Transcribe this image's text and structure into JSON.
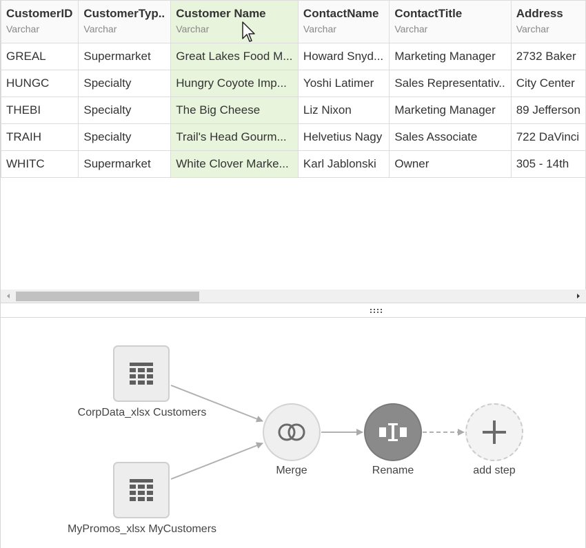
{
  "grid": {
    "columns": [
      {
        "name": "CustomerID",
        "type": "Varchar"
      },
      {
        "name": "CustomerTyp..",
        "type": "Varchar"
      },
      {
        "name": "Customer Name",
        "type": "Varchar"
      },
      {
        "name": "ContactName",
        "type": "Varchar"
      },
      {
        "name": "ContactTitle",
        "type": "Varchar"
      },
      {
        "name": "Address",
        "type": "Varchar"
      }
    ],
    "rows": [
      [
        "GREAL",
        "Supermarket",
        "Great Lakes Food M...",
        "Howard Snyd...",
        "Marketing Manager",
        "2732 Baker"
      ],
      [
        "HUNGC",
        "Specialty",
        "Hungry Coyote Imp...",
        "Yoshi Latimer",
        "Sales Representativ..",
        "City Center"
      ],
      [
        "THEBI",
        "Specialty",
        "The Big Cheese",
        "Liz Nixon",
        "Marketing Manager",
        "89 Jefferson"
      ],
      [
        "TRAIH",
        "Specialty",
        "Trail's Head Gourm...",
        "Helvetius Nagy",
        "Sales Associate",
        "722 DaVinci"
      ],
      [
        "WHITC",
        "Supermarket",
        "White Clover Marke...",
        "Karl Jablonski",
        "Owner",
        "305 - 14th"
      ]
    ],
    "highlight_color": "#e8f5dc"
  },
  "flow": {
    "source1": {
      "label": "CorpData_xlsx Customers",
      "icon": "table-icon"
    },
    "source2": {
      "label": "MyPromos_xlsx MyCustomers",
      "icon": "table-icon"
    },
    "merge": {
      "label": "Merge",
      "icon": "merge-icon"
    },
    "rename": {
      "label": "Rename",
      "icon": "rename-icon"
    },
    "add": {
      "label": "add step",
      "icon": "plus-icon"
    }
  }
}
